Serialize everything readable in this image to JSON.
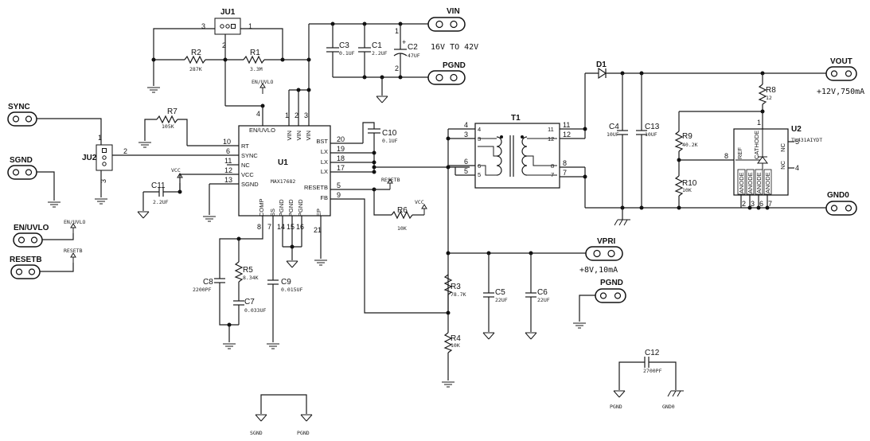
{
  "connectors": {
    "vin": "VIN",
    "vin_note": "16V TO 42V",
    "pgnd_top": "PGND",
    "vout": "VOUT",
    "vout_note": "+12V,750mA",
    "gnd0": "GND0",
    "vpri": "VPRI",
    "vpri_note": "+8V,10mA",
    "pgnd_mid": "PGND",
    "sync": "SYNC",
    "sgnd": "SGND",
    "en_uvlo": "EN/UVLO",
    "resetb": "RESETB"
  },
  "labels": {
    "en_uvlo_net": "EN/UVLO",
    "resetb_net": "RESETB",
    "vcc1": "VCC",
    "vcc2": "VCC",
    "resetb_u1": "RESETB",
    "en_uvlo_u1": "EN/UVLO",
    "sgnd_bottom": "SGND",
    "pgnd_bottom": "PGND",
    "pgnd_bottom2": "PGND",
    "gnd0_bottom": "GND0"
  },
  "jumpers": {
    "ju1": "JU1",
    "ju2": "JU2",
    "ju1_p1": "1",
    "ju1_p2": "2",
    "ju1_p3": "3",
    "ju2_p1": "1",
    "ju2_p2": "2",
    "ju2_p3": "3"
  },
  "u1": {
    "ref": "U1",
    "part": "MAX17682",
    "pins_left": [
      {
        "name": "RT",
        "num": "10"
      },
      {
        "name": "SYNC",
        "num": "6"
      },
      {
        "name": "NC",
        "num": "11"
      },
      {
        "name": "VCC",
        "num": "12"
      },
      {
        "name": "SGND",
        "num": "13"
      }
    ],
    "pins_right": [
      {
        "name": "BST",
        "num": "20"
      },
      {
        "name": "LX",
        "num": "19"
      },
      {
        "name": "LX",
        "num": "18"
      },
      {
        "name": "LX",
        "num": "17"
      },
      {
        "name": "RESETB",
        "num": "5"
      },
      {
        "name": "FB",
        "num": "9"
      }
    ],
    "pins_top": [
      {
        "name": "EN/UVLO",
        "num": "4"
      },
      {
        "name": "VIN",
        "num": "1"
      },
      {
        "name": "VIN",
        "num": "2"
      },
      {
        "name": "VIN",
        "num": "3"
      }
    ],
    "pins_bottom": [
      {
        "name": "COMP",
        "num": "8"
      },
      {
        "name": "SS",
        "num": "7"
      },
      {
        "name": "PGND",
        "num": "14"
      },
      {
        "name": "PGND",
        "num": "15"
      },
      {
        "name": "PGND",
        "num": "16"
      },
      {
        "name": "EP",
        "num": "21"
      }
    ]
  },
  "t1": {
    "ref": "T1",
    "pins": [
      "4",
      "3",
      "6",
      "5",
      "11",
      "12",
      "8",
      "7"
    ],
    "outer_pins": [
      "4",
      "3",
      "6",
      "5",
      "11",
      "12",
      "8",
      "7"
    ]
  },
  "u2": {
    "ref": "U2",
    "part": "TL431AIYDT",
    "pins": [
      "REF",
      "CATHODE",
      "NC",
      "NC",
      "ANODE",
      "ANODE",
      "ANODE",
      "ANODE"
    ],
    "nums": [
      "8",
      "1",
      "5",
      "4",
      "2",
      "3",
      "6",
      "7"
    ]
  },
  "d1": "D1",
  "components": [
    {
      "ref": "R1",
      "value": "3.3M"
    },
    {
      "ref": "R2",
      "value": "287K"
    },
    {
      "ref": "R3",
      "value": "78.7K"
    },
    {
      "ref": "R4",
      "value": "10K"
    },
    {
      "ref": "R5",
      "value": "8.34K"
    },
    {
      "ref": "R6",
      "value": "10K"
    },
    {
      "ref": "R7",
      "value": "105K"
    },
    {
      "ref": "R8",
      "value": "12"
    },
    {
      "ref": "R9",
      "value": "40.2K"
    },
    {
      "ref": "R10",
      "value": "10K"
    },
    {
      "ref": "C1",
      "value": "2.2UF"
    },
    {
      "ref": "C2",
      "value": "47UF"
    },
    {
      "ref": "C3",
      "value": "0.1UF"
    },
    {
      "ref": "C4",
      "value": "10UF"
    },
    {
      "ref": "C5",
      "value": "22UF"
    },
    {
      "ref": "C6",
      "value": "22UF"
    },
    {
      "ref": "C7",
      "value": "0.033UF"
    },
    {
      "ref": "C8",
      "value": "2200PF"
    },
    {
      "ref": "C9",
      "value": "0.015UF"
    },
    {
      "ref": "C10",
      "value": "0.1UF"
    },
    {
      "ref": "C11",
      "value": "2.2UF"
    },
    {
      "ref": "C12",
      "value": "2700PF"
    },
    {
      "ref": "C13",
      "value": "10UF"
    }
  ]
}
